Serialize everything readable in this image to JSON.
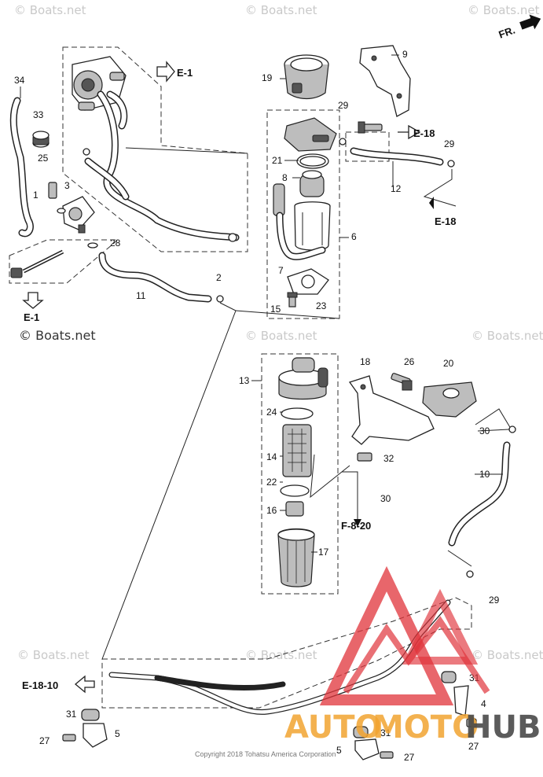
{
  "direction_label": "FR.",
  "refs": {
    "e1_top": "E-1",
    "e1_bottom": "E-1",
    "e18_a": "E-18",
    "e18_b": "E-18",
    "f820": "F-8-20",
    "e1810": "E-18-10"
  },
  "parts": {
    "p1": "1",
    "p2": "2",
    "p3": "3",
    "p4": "4",
    "p5a": "5",
    "p5b": "5",
    "p6": "6",
    "p7": "7",
    "p8": "8",
    "p9": "9",
    "p10": "10",
    "p11": "11",
    "p12": "12",
    "p13": "13",
    "p14": "14",
    "p15": "15",
    "p16": "16",
    "p17": "17",
    "p18": "18",
    "p19": "19",
    "p20": "20",
    "p21": "21",
    "p22": "22",
    "p23": "23",
    "p24": "24",
    "p25": "25",
    "p26": "26",
    "p27a": "27",
    "p27b": "27",
    "p27c": "27",
    "p28": "28",
    "p29a": "29",
    "p29b": "29",
    "p29c": "29",
    "p30a": "30",
    "p30b": "30",
    "p31a": "31",
    "p31b": "31",
    "p31c": "31",
    "p32": "32",
    "p33": "33",
    "p34": "34"
  },
  "watermark": "© Boats.net",
  "copyright": "Copyright 2018 Tohatsu America Corporation",
  "brand": {
    "auto": "AUTO",
    "moto": "MOTO",
    "hub": "HUB"
  },
  "colors": {
    "brand_red": "#e0333a",
    "brand_orange": "#f2a431",
    "brand_gray": "#4a4a4a"
  }
}
